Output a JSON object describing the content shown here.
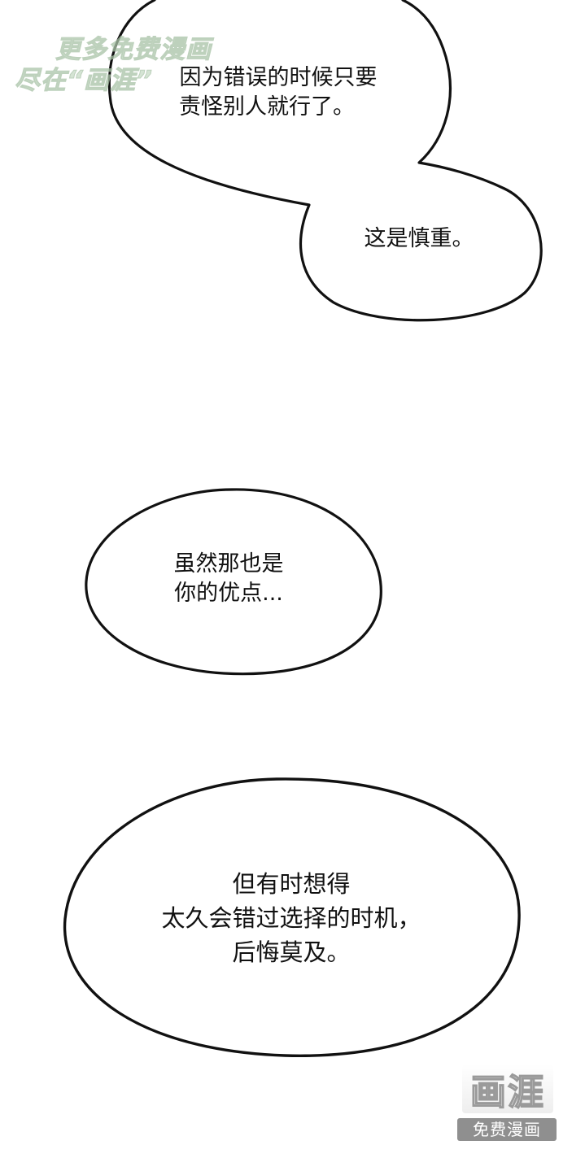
{
  "watermark": {
    "line1": "更多免费漫画",
    "line2": "尽在“画涯”"
  },
  "bubbles": [
    {
      "lines": [
        "因为错误的时候只要",
        "责怪别人就行了。"
      ]
    },
    {
      "lines": [
        "这是慎重。"
      ]
    },
    {
      "lines": [
        "虽然那也是",
        "你的优点..."
      ]
    },
    {
      "lines": [
        "但有时想得",
        "太久会错过选择的时机，",
        "后悔莫及。"
      ]
    }
  ],
  "logo": {
    "mark": "画涯",
    "caption": "免费漫画"
  },
  "colors": {
    "background": "#ffffff",
    "ink": "#111111",
    "watermark": "#c7dcc6",
    "logo_gray": "#8f8f8f"
  }
}
